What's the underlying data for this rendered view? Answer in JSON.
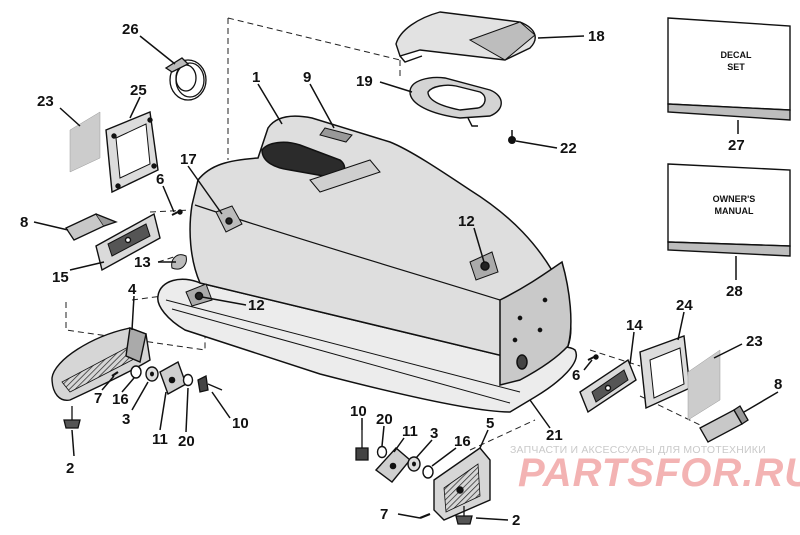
{
  "callouts": [
    {
      "id": "c1",
      "text": "1"
    },
    {
      "id": "c9",
      "text": "9"
    },
    {
      "id": "c26",
      "text": "26"
    },
    {
      "id": "c18",
      "text": "18"
    },
    {
      "id": "c19",
      "text": "19"
    },
    {
      "id": "c22",
      "text": "22"
    },
    {
      "id": "c23a",
      "text": "23"
    },
    {
      "id": "c25",
      "text": "25"
    },
    {
      "id": "c17",
      "text": "17"
    },
    {
      "id": "c6a",
      "text": "6"
    },
    {
      "id": "c8a",
      "text": "8"
    },
    {
      "id": "c15",
      "text": "15"
    },
    {
      "id": "c13",
      "text": "13"
    },
    {
      "id": "c12a",
      "text": "12"
    },
    {
      "id": "c12b",
      "text": "12"
    },
    {
      "id": "c4",
      "text": "4"
    },
    {
      "id": "c7a",
      "text": "7"
    },
    {
      "id": "c16a",
      "text": "16"
    },
    {
      "id": "c3a",
      "text": "3"
    },
    {
      "id": "c11a",
      "text": "11"
    },
    {
      "id": "c20a",
      "text": "20"
    },
    {
      "id": "c10a",
      "text": "10"
    },
    {
      "id": "c2a",
      "text": "2"
    },
    {
      "id": "c27",
      "text": "27"
    },
    {
      "id": "c28",
      "text": "28"
    },
    {
      "id": "c14",
      "text": "14"
    },
    {
      "id": "c24",
      "text": "24"
    },
    {
      "id": "c23b",
      "text": "23"
    },
    {
      "id": "c6b",
      "text": "6"
    },
    {
      "id": "c8b",
      "text": "8"
    },
    {
      "id": "c21",
      "text": "21"
    },
    {
      "id": "c10b",
      "text": "10"
    },
    {
      "id": "c20b",
      "text": "20"
    },
    {
      "id": "c11b",
      "text": "11"
    },
    {
      "id": "c3b",
      "text": "3"
    },
    {
      "id": "c16b",
      "text": "16"
    },
    {
      "id": "c5",
      "text": "5"
    },
    {
      "id": "c7b",
      "text": "7"
    },
    {
      "id": "c2b",
      "text": "2"
    }
  ],
  "boxes": {
    "decal": {
      "line1": "DECAL",
      "line2": "SET"
    },
    "manual": {
      "line1": "OWNER'S",
      "line2": "MANUAL"
    }
  },
  "watermark": {
    "caption": "ЗАПЧАСТИ И АКСЕССУАРЫ ДЛЯ МОТОТЕХНИКИ",
    "logo": "PARTSFOR.RU"
  },
  "colors": {
    "ink": "#111111",
    "watermark_text": "#c9c9c9",
    "watermark_logo": "#f3b3b3"
  }
}
